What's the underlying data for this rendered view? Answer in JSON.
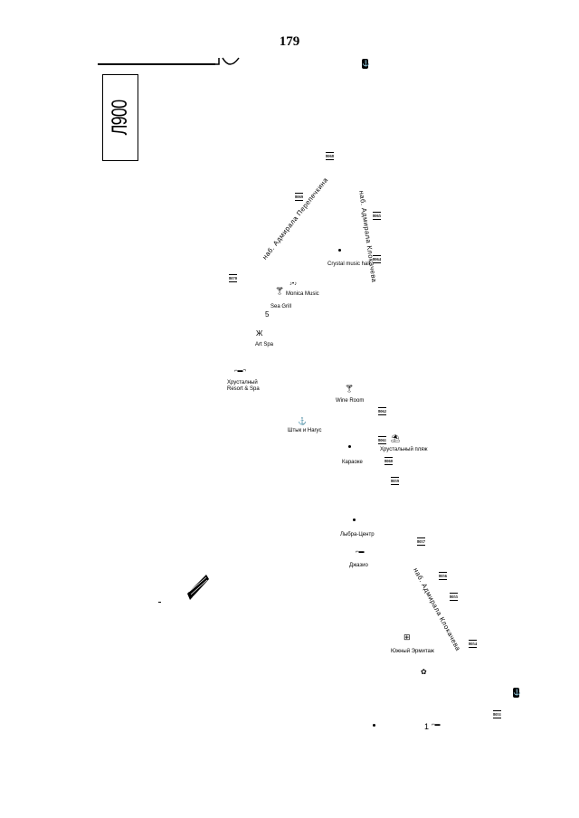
{
  "page_number": "179",
  "sheet_code": "Л900",
  "streets": [
    {
      "name": "наб. Адмирала Перепечкина"
    },
    {
      "name": "наб. Адмирала Клокачева"
    },
    {
      "name": "наб. Адмирала Клокачева"
    }
  ],
  "places": [
    {
      "name": "Crystal music hall"
    },
    {
      "name": "Monica Music"
    },
    {
      "name": "Sea Grill"
    },
    {
      "name": "Art Spa"
    },
    {
      "name": "Хрусталный\nResort & Spa"
    },
    {
      "name": "Wine Room"
    },
    {
      "name": "Штык и Наrус"
    },
    {
      "name": "Хрустальный пляж"
    },
    {
      "name": "Караоке"
    },
    {
      "name": "Лыбра-Центр"
    },
    {
      "name": "Джазио"
    },
    {
      "name": "Южный Эрмитаж"
    }
  ],
  "house_numbers": [
    "8068",
    "8069",
    "8065",
    "8064",
    "8070",
    "8062",
    "8061",
    "8060",
    "8059",
    "8057",
    "8056",
    "8055",
    "8054",
    "8051"
  ],
  "map_symbols": {
    "info": "i",
    "one": "1",
    "five": "5"
  },
  "icons": [
    "anchor-icon",
    "info-icon",
    "parking-icon",
    "bar-icon",
    "spa-icon",
    "hotel-icon",
    "beach-icon",
    "atm-icon"
  ]
}
